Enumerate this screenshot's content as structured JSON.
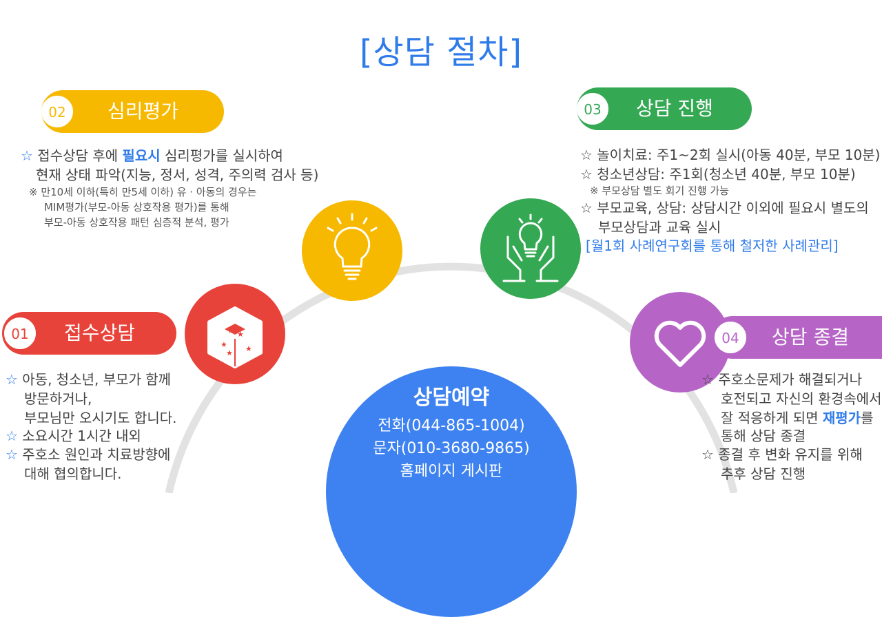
{
  "title": "[상담 절차]",
  "steps": [
    {
      "num": "01",
      "label": "접수상담",
      "color": "#e8433a",
      "icon": "dice-icon",
      "lines": [
        {
          "star": "☆",
          "text": "아동, 청소년, 부모가 함께"
        },
        {
          "star": "",
          "text": "방문하거나,"
        },
        {
          "star": "",
          "text": "부모님만 오시기도 합니다."
        },
        {
          "star": "☆",
          "text": "소요시간 1시간 내외"
        },
        {
          "star": "☆",
          "text": "주호소 원인과 치료방향에"
        },
        {
          "star": "",
          "text": "대해 협의합니다."
        }
      ]
    },
    {
      "num": "02",
      "label": "심리평가",
      "color": "#f7b800",
      "icon": "lightbulb-icon",
      "line1_star": "☆",
      "line1_pre": "접수상담 후에 ",
      "line1_hl": "필요시",
      "line1_post": " 심리평가를 실시하여",
      "line2": "현재 상태 파악(지능, 정서, 성격, 주의력 검사 등)",
      "note1": "※ 만10세 이하(특히 만5세 이하) 유 · 아동의 경우는",
      "note2": "MIM평가(부모-아동 상호작용 평가)를 통해",
      "note3": "부모-아동 상호작용 패턴 심층적 분석, 평가"
    },
    {
      "num": "03",
      "label": "상담 진행",
      "color": "#34a853",
      "icon": "hands-lightbulb-icon",
      "line1": "☆ 놀이치료: 주1~2회 실시(아동 40분, 부모 10분)",
      "line2": "☆ 청소년상담: 주1회(청소년 40분, 부모 10분)",
      "note": "※ 부모상담 별도 회기 진행 가능",
      "line3": "☆ 부모교육, 상담: 상담시간 이외에 필요시 별도의",
      "line4": "부모상담과 교육 실시",
      "line5": "[월1회 사례연구회를 통해 철저한 사례관리]"
    },
    {
      "num": "04",
      "label": "상담 종결",
      "color": "#b665c6",
      "icon": "heart-icon",
      "line1": "☆ 주호소문제가 해결되거나",
      "line2": "호전되고 자신의 환경속에서",
      "line3_pre": "잘 적응하게 되면 ",
      "line3_hl": "재평가",
      "line3_post": "를",
      "line4": "통해 상담 종결",
      "line5": "☆ 종결 후 변화 유지를   위해",
      "line6": "추후 상담 진행"
    }
  ],
  "booking": {
    "title": "상담예약",
    "phone": "전화(044-865-1004)",
    "sms": "문자(010-3680-9865)",
    "web": "홈페이지 게시판",
    "color": "#3d82f0"
  }
}
